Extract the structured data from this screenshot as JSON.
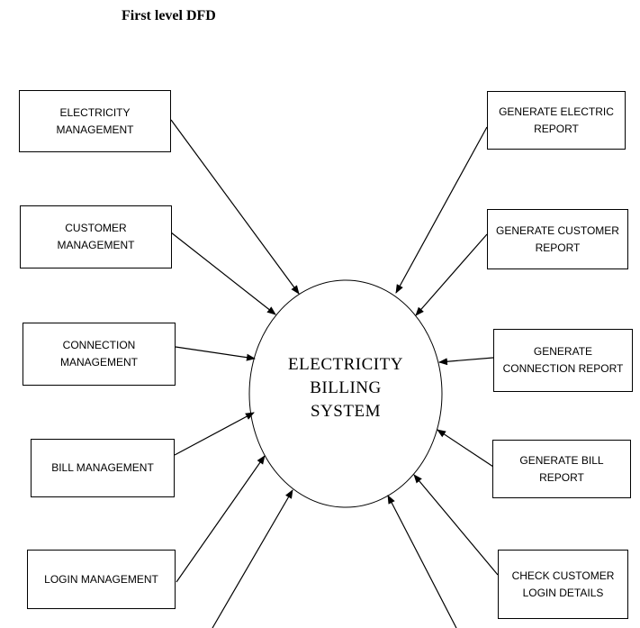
{
  "title": "First level DFD",
  "center": {
    "label": "ELECTRICITY\nBILLING\nSYSTEM"
  },
  "left_boxes": [
    {
      "label": "ELECTRICITY\nMANAGEMENT"
    },
    {
      "label": "CUSTOMER\nMANAGEMENT"
    },
    {
      "label": "CONNECTION\nMANAGEMENT"
    },
    {
      "label": "BILL MANAGEMENT"
    },
    {
      "label": "LOGIN MANAGEMENT"
    }
  ],
  "right_boxes": [
    {
      "label": "GENERATE ELECTRIC\nREPORT"
    },
    {
      "label": "GENERATE CUSTOMER\nREPORT"
    },
    {
      "label": "GENERATE\nCONNECTION REPORT"
    },
    {
      "label": "GENERATE BILL\nREPORT"
    },
    {
      "label": "CHECK CUSTOMER\nLOGIN DETAILS"
    }
  ]
}
